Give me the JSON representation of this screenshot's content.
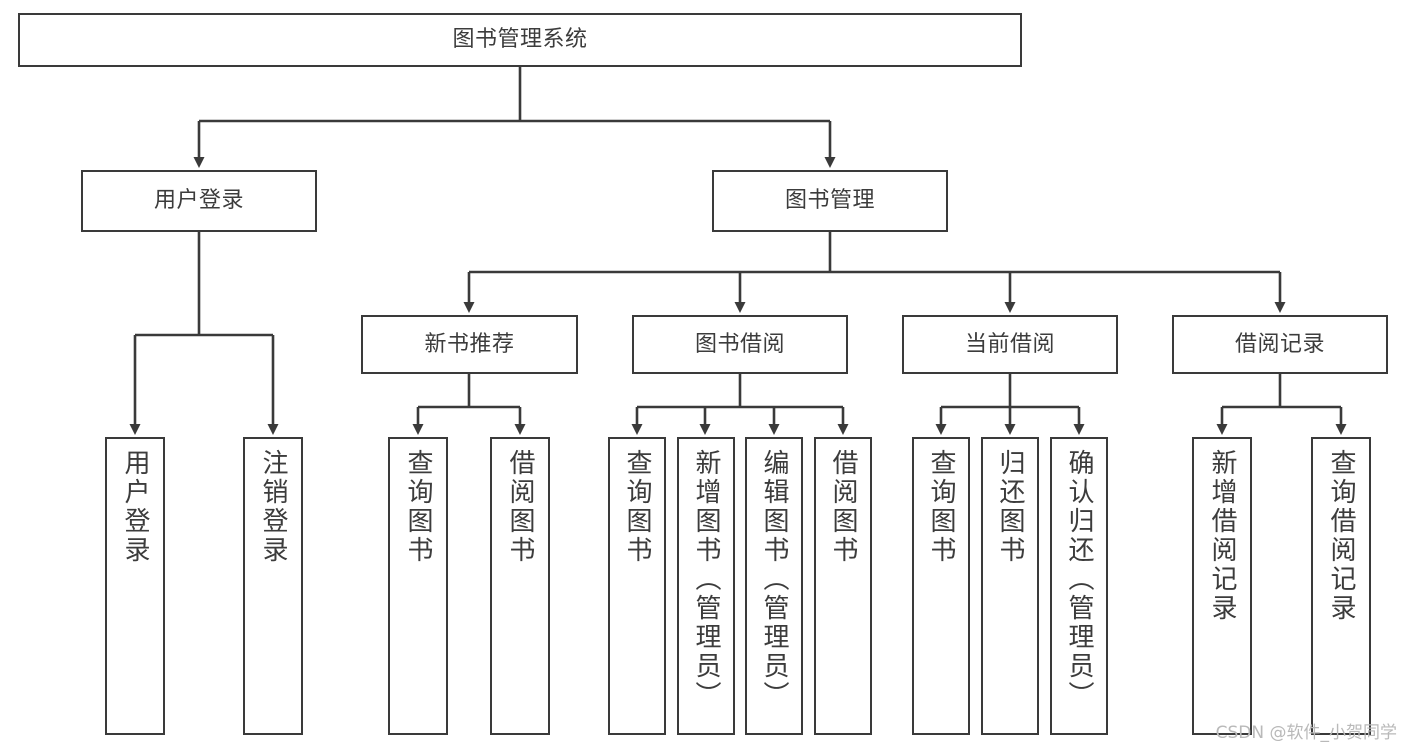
{
  "diagram": {
    "title": "图书管理系统",
    "type": "tree-structure-chart",
    "watermark": "CSDN @软件_小贺同学",
    "colors": {
      "stroke": "#3a3a3a",
      "fill": "#ffffff",
      "text": "#3c3c3c",
      "watermark": "#b9b9b9"
    },
    "nodes": {
      "root": {
        "label": "图书管理系统",
        "level": 1
      },
      "level2": [
        {
          "id": "user-login",
          "label": "用户登录"
        },
        {
          "id": "book-manage",
          "label": "图书管理"
        }
      ],
      "level3": [
        {
          "id": "new-book-recommend",
          "label": "新书推荐"
        },
        {
          "id": "book-borrow",
          "label": "图书借阅"
        },
        {
          "id": "current-borrow",
          "label": "当前借阅"
        },
        {
          "id": "borrow-record",
          "label": "借阅记录"
        }
      ],
      "leaves": {
        "user-login": [
          {
            "id": "leaf-user-login",
            "label": "用户登录"
          },
          {
            "id": "leaf-logout-login",
            "label": "注销登录"
          }
        ],
        "new-book-recommend": [
          {
            "id": "leaf-query-book-1",
            "label": "查询图书"
          },
          {
            "id": "leaf-borrow-book-1",
            "label": "借阅图书"
          }
        ],
        "book-borrow": [
          {
            "id": "leaf-query-book-2",
            "label": "查询图书"
          },
          {
            "id": "leaf-add-book",
            "label": "新增图书（管理员）"
          },
          {
            "id": "leaf-edit-book",
            "label": "编辑图书（管理员）"
          },
          {
            "id": "leaf-borrow-book-2",
            "label": "借阅图书"
          }
        ],
        "current-borrow": [
          {
            "id": "leaf-query-book-3",
            "label": "查询图书"
          },
          {
            "id": "leaf-return-book",
            "label": "归还图书"
          },
          {
            "id": "leaf-confirm-return",
            "label": "确认归还（管理员）"
          }
        ],
        "borrow-record": [
          {
            "id": "leaf-add-record",
            "label": "新增借阅记录"
          },
          {
            "id": "leaf-query-record",
            "label": "查询借阅记录"
          }
        ]
      }
    }
  }
}
